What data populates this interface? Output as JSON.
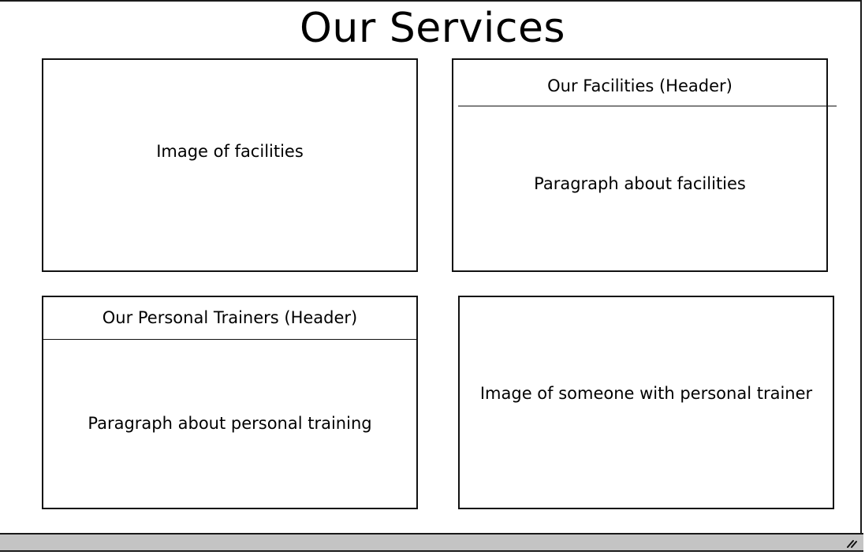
{
  "page": {
    "title": "Our Services"
  },
  "facilities_image": {
    "label": "Image of facilities"
  },
  "facilities_panel": {
    "header": "Our Facilities (Header)",
    "paragraph": "Paragraph about facilities"
  },
  "trainers_panel": {
    "header": "Our Personal Trainers (Header)",
    "paragraph": "Paragraph about personal training"
  },
  "trainer_image": {
    "label": "Image of someone with personal trainer"
  },
  "status_bar": {
    "icon": "resize-grip-icon"
  }
}
